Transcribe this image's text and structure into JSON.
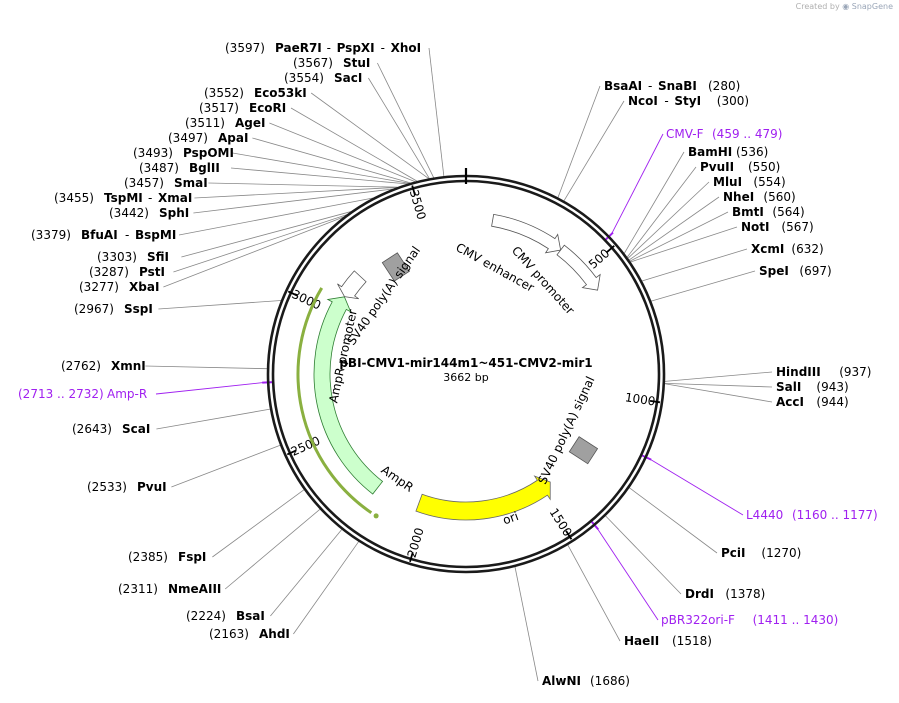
{
  "credit": {
    "prefix": "Created by",
    "brand": "SnapGene"
  },
  "plasmid": {
    "name": "pBI-CMV1-mir144m1~451-CMV2-mir1",
    "length_label": "3662 bp",
    "length": 3662
  },
  "ticks": [
    {
      "label": "500",
      "pos": 500
    },
    {
      "label": "1000",
      "pos": 1000
    },
    {
      "label": "1500",
      "pos": 1500
    },
    {
      "label": "2000",
      "pos": 2000
    },
    {
      "label": "2500",
      "pos": 2500
    },
    {
      "label": "3000",
      "pos": 3000
    },
    {
      "label": "3500",
      "pos": 3500
    }
  ],
  "features": [
    {
      "name": "CMV enhancer",
      "type": "enhancer",
      "start": 100,
      "end": 380
    },
    {
      "name": "CMV promoter",
      "type": "promoter",
      "start": 380,
      "end": 585
    },
    {
      "name": "ori",
      "type": "origin",
      "start": 1445,
      "end": 2035
    },
    {
      "name": "AmpR",
      "type": "cds",
      "start": 2216,
      "end": 3076
    },
    {
      "name": "AmpR promoter",
      "type": "promoter",
      "start": 3077,
      "end": 3181
    },
    {
      "name": "SV40 poly(A) signal",
      "type": "polyA",
      "start": 1190,
      "end": 1312
    },
    {
      "name": "SV40 poly(A) signal",
      "type": "polyA",
      "start": 3263,
      "end": 3385
    }
  ],
  "sites": [
    {
      "name": "PaeR7I",
      "name2": "PspXI",
      "name3": "XhoI",
      "pos_label": "(3597)",
      "pos": 3597,
      "side": "left"
    },
    {
      "name": "StuI",
      "pos_label": "(3567)",
      "pos": 3567,
      "side": "left"
    },
    {
      "name": "SacI",
      "pos_label": "(3554)",
      "pos": 3554,
      "side": "left"
    },
    {
      "name": "Eco53kI",
      "pos_label": "(3552)",
      "pos": 3552,
      "side": "left"
    },
    {
      "name": "EcoRI",
      "pos_label": "(3517)",
      "pos": 3517,
      "side": "left"
    },
    {
      "name": "AgeI",
      "pos_label": "(3511)",
      "pos": 3511,
      "side": "left"
    },
    {
      "name": "ApaI",
      "pos_label": "(3497)",
      "pos": 3497,
      "side": "left"
    },
    {
      "name": "PspOMI",
      "pos_label": "(3493)",
      "pos": 3493,
      "side": "left"
    },
    {
      "name": "BglII",
      "pos_label": "(3487)",
      "pos": 3487,
      "side": "left"
    },
    {
      "name": "SmaI",
      "pos_label": "(3457)",
      "pos": 3457,
      "side": "left"
    },
    {
      "name": "TspMI",
      "name2": "XmaI",
      "pos_label": "(3455)",
      "pos": 3455,
      "side": "left"
    },
    {
      "name": "SphI",
      "pos_label": "(3442)",
      "pos": 3442,
      "side": "left"
    },
    {
      "name": "BfuAI",
      "name2": "BspMI",
      "pos_label": "(3379)",
      "pos": 3379,
      "side": "left"
    },
    {
      "name": "SfiI",
      "pos_label": "(3303)",
      "pos": 3303,
      "side": "left"
    },
    {
      "name": "PstI",
      "pos_label": "(3287)",
      "pos": 3287,
      "side": "left"
    },
    {
      "name": "XbaI",
      "pos_label": "(3277)",
      "pos": 3277,
      "side": "left"
    },
    {
      "name": "SspI",
      "pos_label": "(2967)",
      "pos": 2967,
      "side": "left"
    },
    {
      "name": "XmnI",
      "pos_label": "(2762)",
      "pos": 2762,
      "side": "left"
    },
    {
      "name": "ScaI",
      "pos_label": "(2643)",
      "pos": 2643,
      "side": "left"
    },
    {
      "name": "PvuI",
      "pos_label": "(2533)",
      "pos": 2533,
      "side": "left"
    },
    {
      "name": "FspI",
      "pos_label": "(2385)",
      "pos": 2385,
      "side": "left"
    },
    {
      "name": "NmeAIII",
      "pos_label": "(2311)",
      "pos": 2311,
      "side": "left"
    },
    {
      "name": "BsaI",
      "pos_label": "(2224)",
      "pos": 2224,
      "side": "left"
    },
    {
      "name": "AhdI",
      "pos_label": "(2163)",
      "pos": 2163,
      "side": "left"
    },
    {
      "name": "BsaAI",
      "name2": "SnaBI",
      "pos_label": "(280)",
      "pos": 280,
      "side": "right"
    },
    {
      "name": "NcoI",
      "name2": "StyI",
      "pos_label": "(300)",
      "pos": 300,
      "side": "right"
    },
    {
      "name": "BamHI",
      "pos_label": "(536)",
      "pos": 536,
      "side": "right"
    },
    {
      "name": "PvuII",
      "pos_label": "(550)",
      "pos": 550,
      "side": "right"
    },
    {
      "name": "MluI",
      "pos_label": "(554)",
      "pos": 554,
      "side": "right"
    },
    {
      "name": "NheI",
      "pos_label": "(560)",
      "pos": 560,
      "side": "right"
    },
    {
      "name": "BmtI",
      "pos_label": "(564)",
      "pos": 564,
      "side": "right"
    },
    {
      "name": "NotI",
      "pos_label": "(567)",
      "pos": 567,
      "side": "right"
    },
    {
      "name": "XcmI",
      "pos_label": "(632)",
      "pos": 632,
      "side": "right"
    },
    {
      "name": "SpeI",
      "pos_label": "(697)",
      "pos": 697,
      "side": "right"
    },
    {
      "name": "HindIII",
      "pos_label": "(937)",
      "pos": 937,
      "side": "right"
    },
    {
      "name": "SalI",
      "pos_label": "(943)",
      "pos": 943,
      "side": "right"
    },
    {
      "name": "AccI",
      "pos_label": "(944)",
      "pos": 944,
      "side": "right"
    },
    {
      "name": "PciI",
      "pos_label": "(1270)",
      "pos": 1270,
      "side": "right"
    },
    {
      "name": "DrdI",
      "pos_label": "(1378)",
      "pos": 1378,
      "side": "right"
    },
    {
      "name": "HaeII",
      "pos_label": "(1518)",
      "pos": 1518,
      "side": "right"
    },
    {
      "name": "AlwNI",
      "pos_label": "(1686)",
      "pos": 1686,
      "side": "bottom"
    }
  ],
  "primers": [
    {
      "name": "CMV-F",
      "range": "(459 .. 479)",
      "pos": 469
    },
    {
      "name": "L4440",
      "range": "(1160 .. 1177)",
      "pos": 1168
    },
    {
      "name": "pBR322ori-F",
      "range": "(1411 .. 1430)",
      "pos": 1420
    },
    {
      "name": "Amp-R",
      "range": "(2713 .. 2732)",
      "pos": 2722
    }
  ],
  "colors": {
    "backbone": "#1a1a1a",
    "primer": "#a020f0",
    "ori": "#ffff00",
    "ampr": "#ccffcc",
    "ampr_outline": "#2e7d32",
    "ampr_shadow": "#8ab040",
    "polyA": "#a0a0a0",
    "promoter": "#ffffff",
    "leader": "#888888"
  }
}
